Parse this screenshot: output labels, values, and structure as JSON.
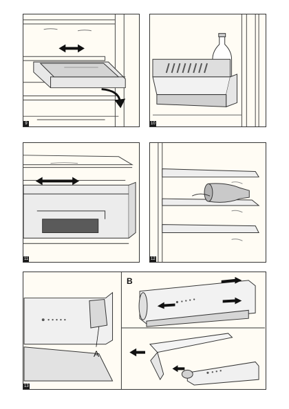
{
  "figures": [
    {
      "number": "9"
    },
    {
      "number": "10"
    },
    {
      "number": "11"
    },
    {
      "number": "12"
    },
    {
      "number": "13",
      "label_a": "A",
      "label_b": "B"
    }
  ],
  "colors": {
    "panel_background": "#fffcf4",
    "line": "#333333",
    "shade": "#cfcfcf",
    "dark_shade": "#5a5a5a"
  }
}
